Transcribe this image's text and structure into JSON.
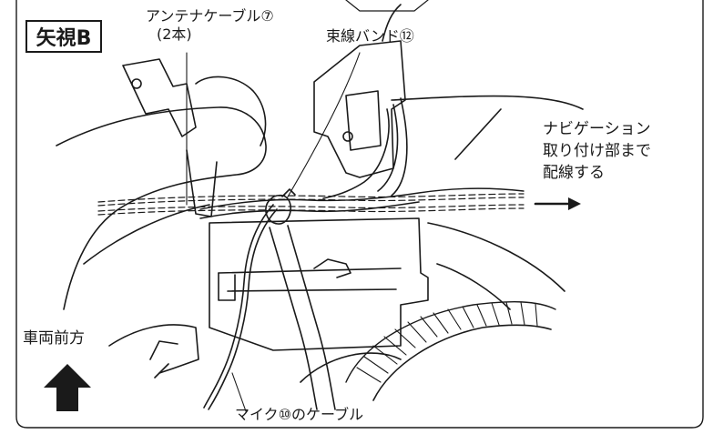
{
  "view_title": "矢視B",
  "labels": {
    "antenna_cable_line1": "アンテナケーブル⑦",
    "antenna_cable_line2": "(2本)",
    "binding_band": "束線バンド⑫",
    "navigation_line1": "ナビゲーション",
    "navigation_line2": "取り付け部まで",
    "navigation_line3": "配線する",
    "vehicle_front": "車両前方",
    "mic_cable": "マイク⑩のケーブル"
  },
  "colors": {
    "line": "#1a1a1a",
    "background": "#ffffff"
  }
}
